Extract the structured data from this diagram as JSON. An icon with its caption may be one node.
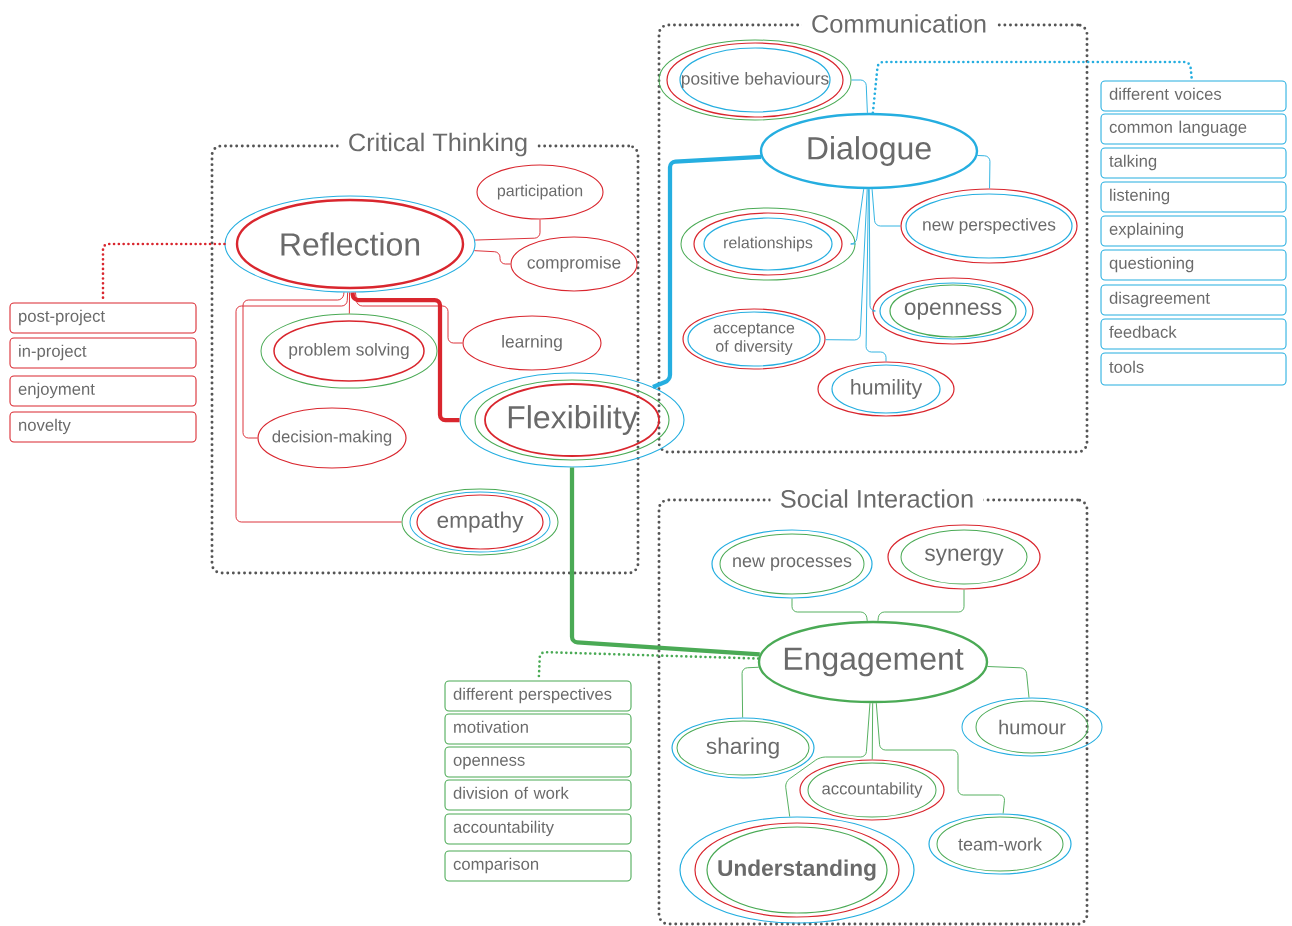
{
  "diagram": {
    "nodes": [
      {
        "text": [
          "Communication"
        ]
      },
      {
        "text": [
          "positive behaviours"
        ],
        "in": 0
      },
      {
        "text": [
          "Critical Thinking"
        ]
      },
      {
        "text": [
          "Dialogue"
        ],
        "in": 0
      },
      {
        "text": [
          "participation"
        ],
        "in": 2
      },
      {
        "text": [
          "Reflection"
        ],
        "in": 2
      },
      {
        "text": [
          "new perspectives"
        ],
        "in": 0
      },
      {
        "text": [
          "relationships"
        ],
        "in": 0
      },
      {
        "text": [
          "compromise"
        ],
        "in": 2
      },
      {
        "text": [
          "openness"
        ],
        "in": 0
      },
      {
        "text": [
          "acceptance of diversity"
        ],
        "in": 0
      },
      {
        "text": [
          "problem solving"
        ],
        "in": 2
      },
      {
        "text": [
          "learning"
        ],
        "in": 2
      },
      {
        "text": [
          "humility"
        ],
        "in": 0
      },
      {
        "text": [
          "Flexibility"
        ]
      },
      {
        "text": [
          "decision-making"
        ],
        "in": 2
      },
      {
        "text": [
          "Social Interaction"
        ]
      },
      {
        "text": [
          "empathy"
        ],
        "in": 2
      },
      {
        "text": [
          "new processes"
        ],
        "in": 16
      },
      {
        "text": [
          "synergy"
        ],
        "in": 16
      },
      {
        "text": [
          "Engagement"
        ],
        "in": 16
      },
      {
        "text": [
          "sharing"
        ],
        "in": 16
      },
      {
        "text": [
          "humour"
        ]
      },
      {
        "text": [
          "accountability"
        ],
        "in": 16
      },
      {
        "text": [
          "team-work"
        ],
        "in": 16
      },
      {
        "text": [
          "Understanding"
        ],
        "in": 16
      },
      {
        "text": [
          "post-project"
        ]
      },
      {
        "text": [
          "in-project"
        ]
      },
      {
        "text": [
          "enjoyment"
        ]
      },
      {
        "text": [
          "novelty"
        ]
      },
      {
        "text": [
          "different voices"
        ]
      },
      {
        "text": [
          "common language"
        ]
      },
      {
        "text": [
          "talking"
        ]
      },
      {
        "text": [
          "listening"
        ]
      },
      {
        "text": [
          "explaining"
        ]
      },
      {
        "text": [
          "questioning"
        ]
      },
      {
        "text": [
          "disagreement"
        ]
      },
      {
        "text": [
          "feedback"
        ]
      },
      {
        "text": [
          "tools"
        ]
      },
      {
        "text": [
          "different perspectives"
        ]
      },
      {
        "text": [
          "motivation"
        ]
      },
      {
        "text": [
          "openness"
        ]
      },
      {
        "text": [
          "division of work"
        ]
      },
      {
        "text": [
          "accountability"
        ]
      },
      {
        "text": [
          "comparison"
        ]
      }
    ],
    "edges": [
      {
        "from": 5,
        "to": 4,
        "arrow": "none",
        "color": "#d9262e"
      },
      {
        "from": 5,
        "to": 8,
        "arrow": "none",
        "color": "#d9262e"
      },
      {
        "from": 5,
        "to": 11,
        "arrow": "none",
        "color": "#d9262e"
      },
      {
        "from": 5,
        "to": 12,
        "arrow": "none",
        "color": "#d9262e"
      },
      {
        "from": 5,
        "to": 15,
        "arrow": "none",
        "color": "#d9262e"
      },
      {
        "from": 5,
        "to": 17,
        "arrow": "none",
        "color": "#d9262e"
      },
      {
        "from": 5,
        "to": 14,
        "arrow": "none",
        "style": "thick",
        "color": "#d9262e"
      },
      {
        "from": 3,
        "to": 1,
        "arrow": "none",
        "color": "#25aee0"
      },
      {
        "from": 3,
        "to": 6,
        "arrow": "none",
        "color": "#25aee0"
      },
      {
        "from": 3,
        "to": 6,
        "arrow": "none",
        "color": "#25aee0"
      },
      {
        "from": 3,
        "to": 7,
        "arrow": "none",
        "color": "#25aee0"
      },
      {
        "from": 3,
        "to": 9,
        "arrow": "none",
        "color": "#25aee0"
      },
      {
        "from": 3,
        "to": 10,
        "arrow": "none",
        "color": "#25aee0"
      },
      {
        "from": 3,
        "to": 13,
        "arrow": "none",
        "color": "#25aee0"
      },
      {
        "from": 3,
        "to": 14,
        "arrow": "none",
        "style": "thick",
        "color": "#25aee0"
      },
      {
        "from": 14,
        "to": 20,
        "arrow": "none",
        "style": "thick",
        "color": "#4aaa55"
      },
      {
        "from": 20,
        "to": 18,
        "arrow": "none",
        "color": "#4aaa55"
      },
      {
        "from": 20,
        "to": 19,
        "arrow": "none",
        "color": "#4aaa55"
      },
      {
        "from": 20,
        "to": 21,
        "arrow": "none",
        "color": "#4aaa55"
      },
      {
        "from": 20,
        "to": 22,
        "arrow": "none",
        "color": "#4aaa55"
      },
      {
        "from": 20,
        "to": 23,
        "arrow": "none",
        "color": "#4aaa55"
      },
      {
        "from": 20,
        "to": 25,
        "arrow": "none",
        "color": "#4aaa55"
      },
      {
        "from": 20,
        "to": 24,
        "arrow": "none",
        "color": "#4aaa55"
      },
      {
        "from": 5,
        "to": 26,
        "arrow": "none",
        "style": "dashed",
        "color": "#d9262e"
      },
      {
        "from": 3,
        "to": 30,
        "arrow": "none",
        "style": "dashed",
        "color": "#25aee0"
      },
      {
        "from": 20,
        "to": 39,
        "arrow": "none",
        "style": "dashed",
        "color": "#4aaa55"
      }
    ]
  }
}
